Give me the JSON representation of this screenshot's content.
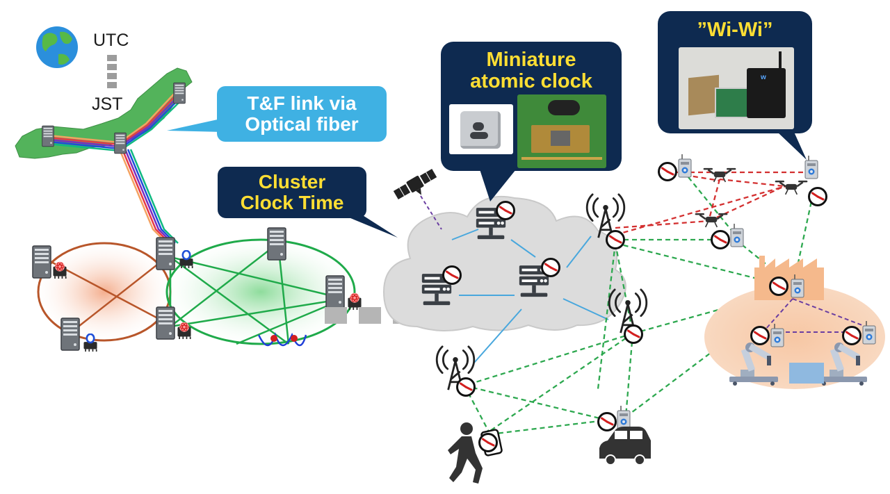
{
  "labels": {
    "utc": "UTC",
    "jst": "JST"
  },
  "callouts": {
    "tf_link": {
      "line1": "T&F link via",
      "line2": "Optical fiber"
    },
    "cluster": {
      "line1": "Cluster",
      "line2": "Clock Time"
    },
    "mac": {
      "line1": "Miniature",
      "line2": "atomic clock"
    },
    "wiwi": {
      "title": "”Wi-Wi”"
    }
  },
  "colors": {
    "callout_light_blue": "#3fb1e3",
    "callout_dark_navy": "#0e2a50",
    "callout_text_yellow": "#ffde33",
    "fiber_rainbow": [
      "#f4a261",
      "#e63946",
      "#7b2cbf",
      "#1d4ed8",
      "#10b981"
    ],
    "orange_ring": "#b8562a",
    "green_ring": "#1faa4a",
    "wireless_link_green": "#2da84f",
    "drone_link_red": "#d32f2f",
    "factory_link_purple": "#6a3ea1",
    "cloud_link_blue": "#48a7dd",
    "clock_face_red": "#d21f1f"
  },
  "icons": {
    "globe": "globe-icon",
    "server": "server-icon",
    "satellite": "satellite-icon",
    "antenna": "antenna-tower-icon",
    "drone": "drone-icon",
    "factory": "factory-icon",
    "robot_arm": "robot-arm-icon",
    "car": "car-icon",
    "person": "walking-person-icon",
    "clock": "clock-icon",
    "atom": "atom-chip-icon",
    "wiwi_device": "wiwi-device-icon"
  }
}
